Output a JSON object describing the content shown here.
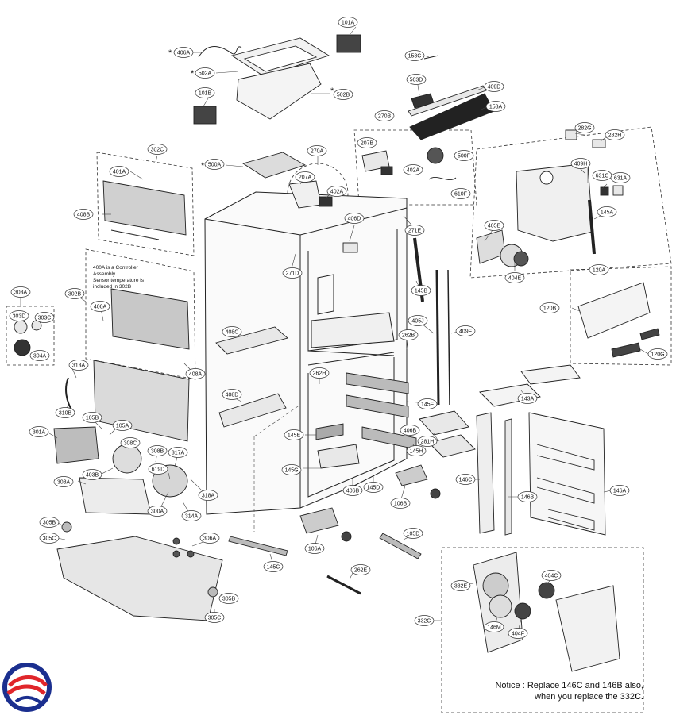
{
  "notes": {
    "asterisk": "*",
    "controller_note": [
      "400A is a Controller",
      "Assembly.",
      "Sensor temperature is",
      "included in 302B"
    ],
    "notice_line1": "Notice : Replace 146C and 146B also,",
    "notice_line2": "when you replace the 332",
    "notice_line2_bold": "C."
  },
  "labels": {
    "l406A": "406A",
    "l502A": "502A",
    "l502B": "502B",
    "l101A": "101A",
    "l101B": "101B",
    "l158C": "158C",
    "l503D": "503D",
    "l409D": "409D",
    "l158A": "158A",
    "l270B": "270B",
    "l207B": "207B",
    "l500F": "500F",
    "l402A_b": "402A",
    "l610F": "610F",
    "l282G": "282G",
    "l282H": "282H",
    "l409H": "409H",
    "l631C": "631C",
    "l631A": "631A",
    "l145A": "145A",
    "l120A": "120A",
    "l405E": "405E",
    "l404E": "404E",
    "l302C": "302C",
    "l401A": "401A",
    "l408B": "408B",
    "l500A": "500A",
    "l270A": "270A",
    "l207A": "207A",
    "l402A": "402A",
    "l406D": "406D",
    "l271E": "271E",
    "l271D": "271D",
    "l145B": "145B",
    "l405J": "405J",
    "l409F": "409F",
    "l262B": "262B",
    "l120B": "120B",
    "l120G": "120G",
    "l303A": "303A",
    "l303D": "303D",
    "l303C": "303C",
    "l304A": "304A",
    "l302B": "302B",
    "l400A": "400A",
    "l408A": "408A",
    "l408C": "408C",
    "l408D": "408D",
    "l313A": "313A",
    "l310B": "310B",
    "l301A": "301A",
    "l105B": "105B",
    "l105A": "105A",
    "l308C": "308C",
    "l308B": "308B",
    "l403B": "403B",
    "l308A": "308A",
    "l317A": "317A",
    "l619D": "619D",
    "l318A": "318A",
    "l300A": "300A",
    "l314A": "314A",
    "l262H": "262H",
    "l145F": "145F",
    "l143A": "143A",
    "l145E": "145E",
    "l406B_a": "406B",
    "l281H": "281H",
    "l145H": "145H",
    "l145G": "145G",
    "l406B_b": "406B",
    "l145D": "145D",
    "l106B": "106B",
    "l146C": "146C",
    "l146B": "146B",
    "l146A": "146A",
    "l305B_a": "305B",
    "l305C_a": "305C",
    "l306A": "306A",
    "l145C": "145C",
    "l106A": "106A",
    "l105D": "105D",
    "l262E": "262E",
    "l305B_b": "305B",
    "l305C_b": "305C",
    "l404C": "404C",
    "l332E": "332E",
    "l146M": "146M",
    "l404F": "404F",
    "l332C": "332C"
  },
  "logo": {
    "colors": {
      "blue": "#1b2f8f",
      "red": "#e0262b"
    }
  }
}
